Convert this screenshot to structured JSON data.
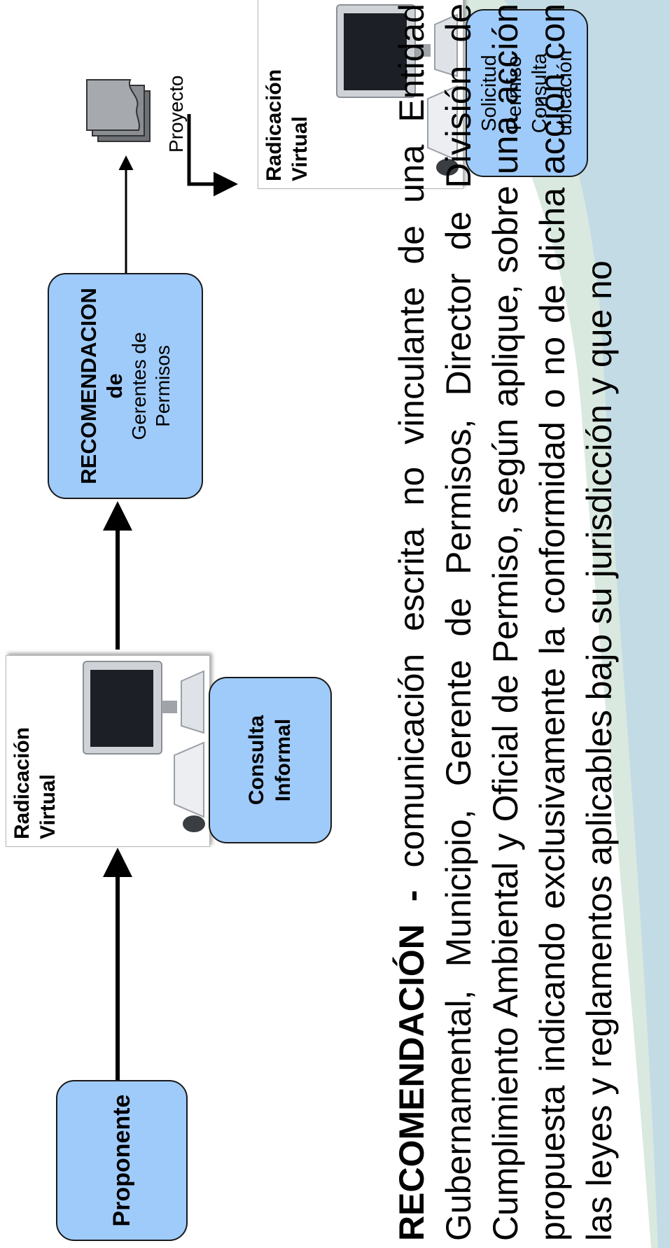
{
  "flow": {
    "proponente": "Proponente",
    "radicacion_1": "Radicación\nVirtual",
    "consulta_informal": "Consulta Informal",
    "recomendacion": {
      "title": "RECOMENDACION",
      "connector": "de",
      "subtitle": "Gerentes de Permisos"
    },
    "proyecto": "Proyecto",
    "radicacion_2": "Radicación\nVirtual",
    "solicitud": [
      "Solicitud",
      "Permiso",
      "Consulta",
      "ubicación"
    ]
  },
  "definition": {
    "term": "RECOMENDACIÓN",
    "separator": " - ",
    "body": "comunicación escrita no vinculante de una Entidad Gubernamental, Municipio, Gerente de Permisos, Director de División de Cumplimiento Ambiental y Oficial de Permiso, según aplique, sobre una acción propuesta indicando exclusivamente la conformidad o no de dicha acción con las leyes y reglamentos aplicables bajo su jurisdicción y que no"
  },
  "colors": {
    "box_fill": "#9fcbfb",
    "box_border": "#1a1a1a",
    "arrow": "#000000",
    "background_wave": "#cfe3d8"
  },
  "icons": [
    "computer-icon",
    "document-stack-icon"
  ]
}
